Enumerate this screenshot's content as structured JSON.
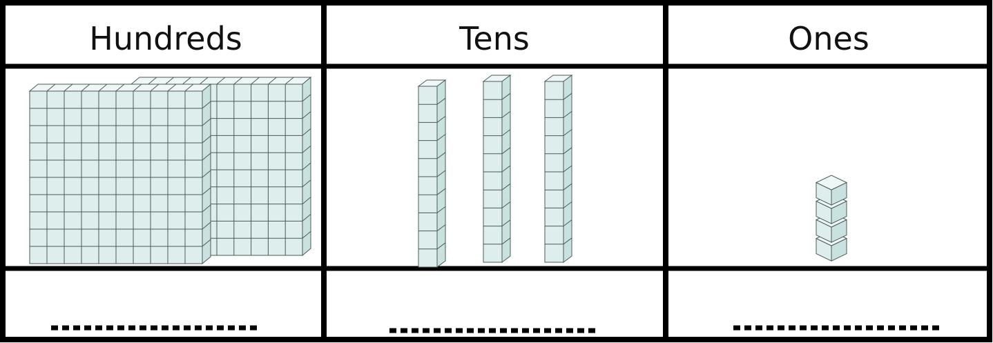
{
  "columns": [
    {
      "key": "hundreds",
      "header": "Hundreds",
      "blocks": 2,
      "answer": ""
    },
    {
      "key": "tens",
      "header": "Tens",
      "blocks": 3,
      "answer": ""
    },
    {
      "key": "ones",
      "header": "Ones",
      "blocks": 4,
      "answer": ""
    }
  ],
  "colors": {
    "border": "#000000",
    "block_face": "#ddeeed",
    "block_top": "#eef7f6",
    "block_side": "#c9e2df",
    "grid_line": "#4a5a58",
    "blank_line": "#000000"
  },
  "block_types": {
    "hundreds": "flat-100-icon",
    "tens": "rod-10-icon",
    "ones": "unit-cube-icon"
  }
}
